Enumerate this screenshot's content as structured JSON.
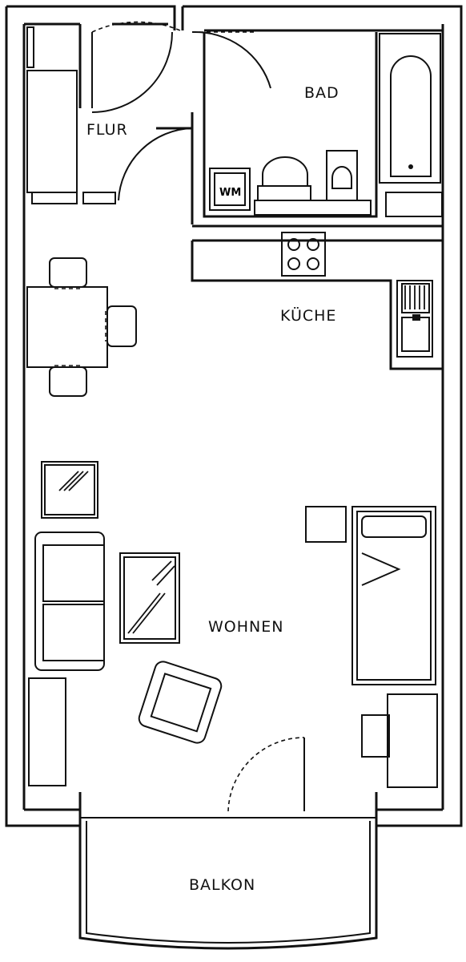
{
  "rooms": {
    "flur": "FLUR",
    "bad": "BAD",
    "kueche": "KÜCHE",
    "wohnen": "WOHNEN",
    "balkon": "BALKON"
  }
}
